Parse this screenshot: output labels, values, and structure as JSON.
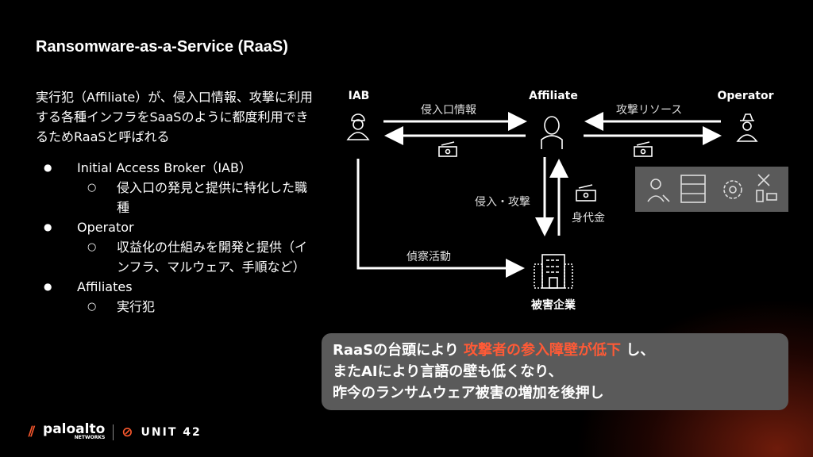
{
  "title": "Ransomware-as-a-Service (RaaS)",
  "intro": "実行犯（Affiliate）が、侵入口情報、攻撃に利用する各種インフラをSaaSのように都度利用できるためRaaSと呼ばれる",
  "bullets": [
    {
      "label": "Initial Access Broker（IAB）",
      "sub": "侵入口の発見と提供に特化した職種"
    },
    {
      "label": "Operator",
      "sub": "収益化の仕組みを開発と提供（インフラ、マルウェア、手順など）"
    },
    {
      "label": "Affiliates",
      "sub": "実行犯"
    }
  ],
  "diagram": {
    "iab": "IAB",
    "affiliate": "Affiliate",
    "operator": "Operator",
    "access_info": "侵入口情報",
    "attack_resources": "攻撃リソース",
    "intrusion": "侵入・攻撃",
    "ransom": "身代金",
    "recon": "偵察活動",
    "victim": "被害企業"
  },
  "callout": {
    "pre": "RaaSの台頭により",
    "highlight": "攻撃者の参入障壁が低下",
    "post": "し、",
    "line2": "またAIにより言語の壁も低くなり、",
    "line3": "昨今のランサムウェア被害の増加を後押し"
  },
  "footer": {
    "logo1": "paloalto",
    "logo1_sub": "NETWORKS",
    "logo2": "UNIT 42"
  },
  "colors": {
    "highlight": "#ff5a36",
    "callout_bg": "#5a5a5a",
    "brand": "#fa582d"
  }
}
